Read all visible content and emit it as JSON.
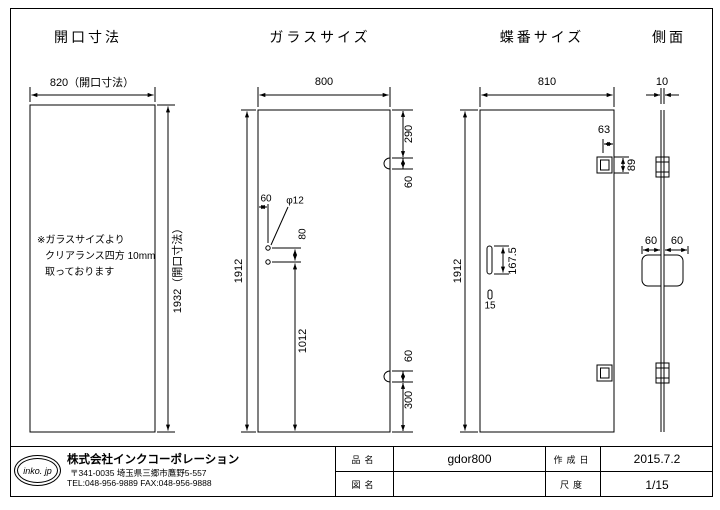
{
  "headers": {
    "opening": "開口寸法",
    "glass": "ガラスサイズ",
    "hinge": "蝶番サイズ",
    "side": "側面"
  },
  "opening": {
    "width": "820（開口寸法）",
    "height": "1932（開口寸法）",
    "note1": "※ガラスサイズより",
    "note2": "クリアランス四方 10mm",
    "note3": "取っております"
  },
  "glass": {
    "width": "800",
    "height": "1912",
    "dim_290": "290",
    "dim_60_top": "60",
    "dim_60_bottom": "60",
    "dim_300": "300",
    "hole_offset": "60",
    "hole_dia": "φ12",
    "hole_pitch": "80",
    "dim_1012": "1012"
  },
  "hinge": {
    "width": "810",
    "height": "1912",
    "dim_63": "63",
    "dim_89": "89",
    "dim_167_5": "167.5",
    "dim_15": "15"
  },
  "side": {
    "thickness": "10",
    "left60": "60",
    "right60": "60"
  },
  "title_block": {
    "logo": "inko. jp",
    "company": "株式会社インクコーポレーション",
    "address": "〒341-0035 埼玉県三郷市鷹野5-557",
    "contact": "TEL:048-956-9889  FAX:048-956-9888",
    "part_label": "品名",
    "part_value": "gdor800",
    "drawing_label": "図名",
    "drawing_value": "",
    "date_label": "作成日",
    "date_value": "2015.7.2",
    "scale_label": "尺度",
    "scale_value": "1/15"
  }
}
